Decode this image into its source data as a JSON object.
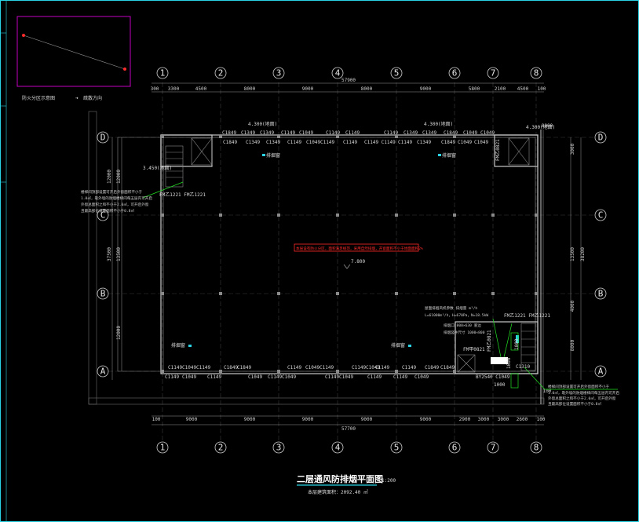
{
  "drawing": {
    "title": "二层通风防排烟平面图",
    "scale": "1:200",
    "area_note": "本层建筑面积：2092.40 ㎡"
  },
  "legend": {
    "key_plan_label": "防火分区示意图",
    "arrow_label": "疏散方向"
  },
  "axes": {
    "columns": [
      "1",
      "2",
      "3",
      "4",
      "5",
      "6",
      "7",
      "8"
    ],
    "rows": [
      "D",
      "C",
      "B",
      "A"
    ]
  },
  "dims": {
    "top_segments": [
      "300",
      "3300",
      "4500",
      "8000",
      "9000",
      "8000",
      "9000",
      "5800",
      "2100",
      "4500",
      "100"
    ],
    "top_total": "57900",
    "bottom_segments": [
      "100",
      "9000",
      "9000",
      "9000",
      "9000",
      "9000",
      "2900",
      "3000",
      "3000",
      "2600",
      "100"
    ],
    "bottom_total": "57700",
    "left_segments": [
      "12000",
      "13500",
      "12000"
    ],
    "left_total": "37500",
    "right_segments": [
      "3000",
      "13500",
      "4000",
      "8000"
    ],
    "right_total": "38200",
    "right_edge_top": "8000",
    "right_edge_bottom": "100"
  },
  "elevations": {
    "main_floor": "7.800",
    "stair_left": "3.450(地面)",
    "top_left": "4.300(地面)",
    "top_right": "4.300(地面)",
    "top_far_right": "4.300(地面)"
  },
  "doors": {
    "left_stair": "FM乙1221 FM乙1221",
    "right_top": "FM乙0821",
    "right_mid": "FM乙1221 FM乙1221",
    "right_low": "FM甲0821",
    "right_bottom": "FM乙0821"
  },
  "windows": {
    "top_row": [
      "C1849",
      "C1349",
      "C1349",
      "C1149",
      "C1049",
      "C1149",
      "C1149",
      "C1149",
      "C1349",
      "C1349",
      "C1849",
      "C1049",
      "C1049"
    ],
    "top_row2": [
      "C1849",
      "C1349",
      "C1349",
      "C1149",
      "C1049C1149",
      "C1149",
      "C1149 C1149",
      "C1149",
      "C1349",
      "C1849",
      "C1049",
      "C1049"
    ],
    "bottom_row": [
      "C1149",
      "C1049C1149",
      "C1849",
      "C1849",
      "C1149",
      "C1049C1149",
      "C1149C1049",
      "C1149",
      "C1149",
      "C1849",
      "C1849"
    ],
    "bottom_row2": [
      "C1149",
      "C1049",
      "C1149",
      "C1049",
      "C1149C1049",
      "C1149C1049",
      "C1149",
      "C1149",
      "C1049"
    ]
  },
  "annotations": {
    "red_box": "本层设有防火分区，面积满足规范，采用自然排烟，开窗面积不小于地面面积2%",
    "left_note_1": "楼梯间顶部设置可开启外窗面积不小于",
    "left_note_2": "1.0㎡，靠外墙的防烟楼梯间每五层内可开启",
    "left_note_3": "外窗总面积之和不小于2.0㎡，可开启外窗",
    "left_note_4": "且最高部位设置面积不小于0.8㎡",
    "right_note_1": "屋面排烟风机参数 排烟量 m³/h",
    "right_note_2": "L=61000m³/h，H=670Pa，N=18.5kW",
    "right_note_3": "排烟口 800×630 底边",
    "right_note_4": "排烟竖井尺寸 1000×800",
    "right_bottom_note_1": "楼梯间顶部设置可开启外窗面积不小于",
    "right_bottom_note_2": "1.0㎡，靠外墙的防烟楼梯间每五层内可开启",
    "right_bottom_note_3": "外窗总面积之和不小于2.0㎡，可开启外窗",
    "right_bottom_note_4": "且最高部位设置面积不小于0.8㎡",
    "vent_label": "排烟窗",
    "shaft_dim_a": "1000",
    "shaft_dim_b": "1000",
    "shaft_dim_c": "1000",
    "shaft_code": "BY2540 C1049",
    "shaft_code2": "C1310"
  },
  "colors": {
    "frame": "#2ad4e4",
    "legend_box": "#c400c4",
    "red": "#ff2a2a",
    "green": "#22e022",
    "cyan": "#2ad4e4",
    "wall": "#c8c8c8"
  }
}
